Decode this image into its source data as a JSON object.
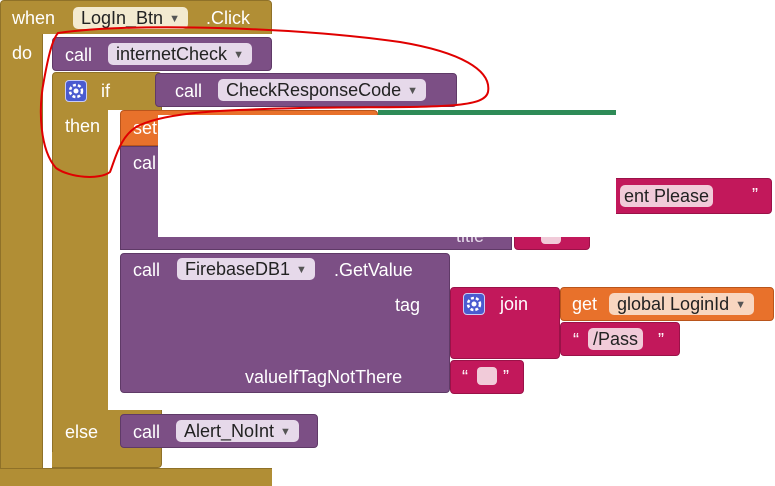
{
  "colors": {
    "event": "#b18e35",
    "event_dark": "#8f7128",
    "procedure": "#7c4f85",
    "procedure_dark": "#5f3a67",
    "text": "#c2185b",
    "text_dark": "#9a1248",
    "variable": "#e8712b",
    "variable_dark": "#b9551c",
    "control": "#8d6e2a",
    "green": "#2e8b57",
    "annotation": "#e00000",
    "dropdown_bg": "#ffffff"
  },
  "event_block": {
    "when": "when",
    "component": "LogIn_Btn",
    "event": ".Click",
    "do": "do"
  },
  "internet_check": {
    "call": "call",
    "name": "internetCheck"
  },
  "if_block": {
    "if": "if",
    "then": "then",
    "else": "else",
    "condition_call": "call",
    "condition_name": "CheckResponseCode"
  },
  "obscured_section": {
    "set": "set",
    "call": "cal",
    "string_fragment": "ent Please",
    "title_label": "title"
  },
  "firebase_call": {
    "call": "call",
    "component": "FirebaseDB1",
    "method": ".GetValue",
    "tag_label": "tag",
    "join_label": "join",
    "get_label": "get",
    "variable": "global LoginId",
    "pass_string": "/Pass",
    "value_if_missing_label": "valueIfTagNotThere",
    "quote_open": "“",
    "quote_close": "”"
  },
  "alert_call": {
    "call": "call",
    "name": "Alert_NoInt"
  },
  "icons": {
    "gear": "gear-icon",
    "dropdown": "chevron-down-icon"
  }
}
